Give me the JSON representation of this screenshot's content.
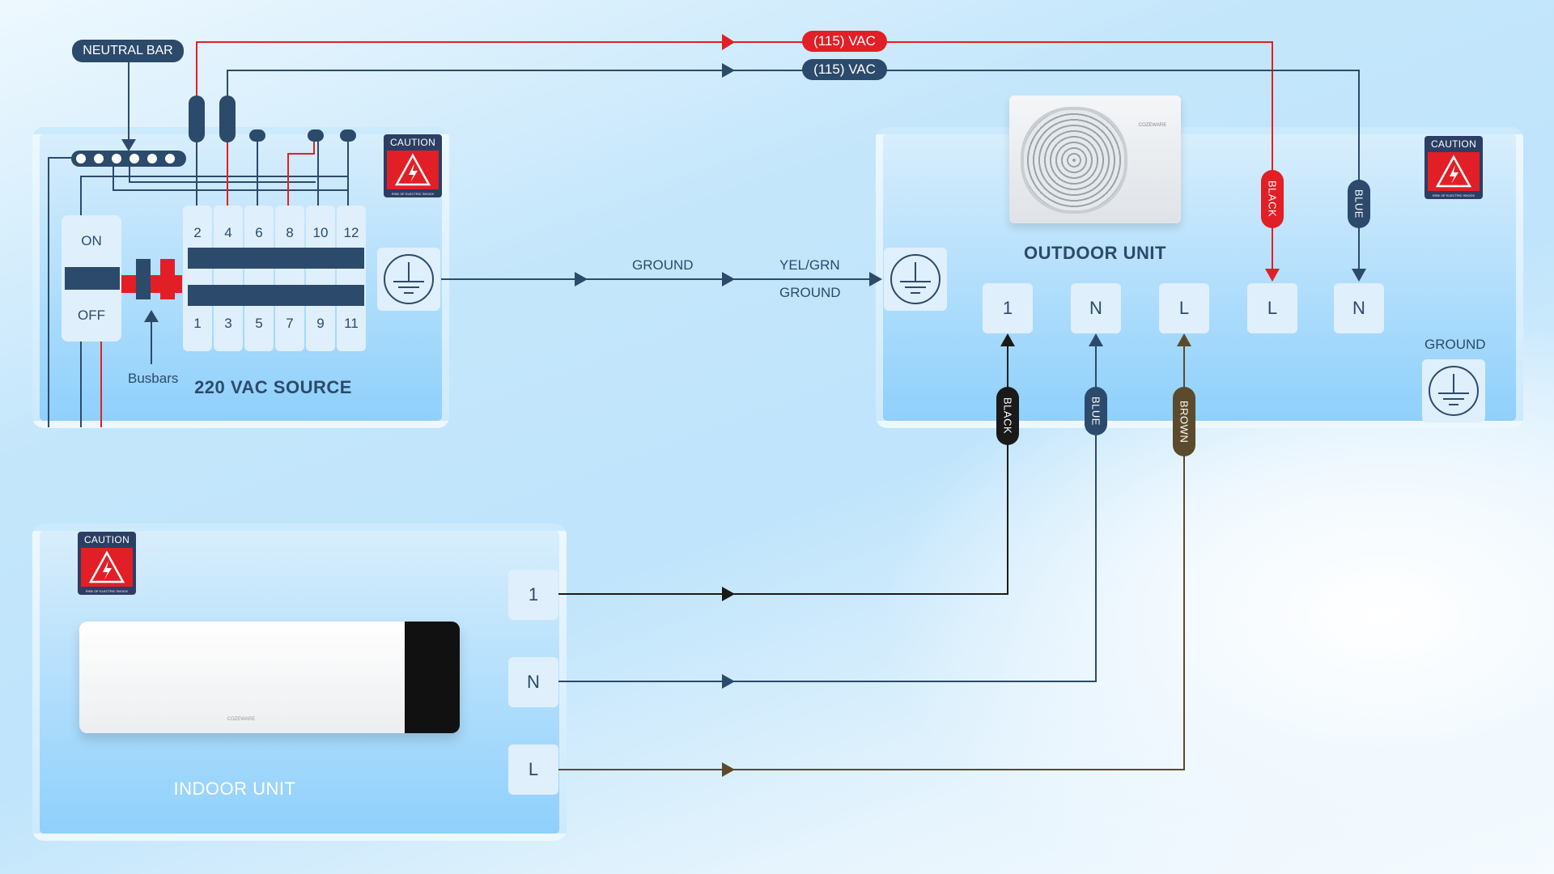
{
  "colors": {
    "red": "#e21f26",
    "navy": "#2c4a6b",
    "black": "#1a1a1a",
    "brown": "#5b4a2c"
  },
  "neutral_bar": {
    "label": "NEUTRAL BAR"
  },
  "source_panel": {
    "title": "220 VAC SOURCE",
    "switch_on": "ON",
    "switch_off": "OFF",
    "busbars_label": "Busbars",
    "breakers_top": [
      "2",
      "4",
      "6",
      "8",
      "10",
      "12"
    ],
    "breakers_bottom": [
      "1",
      "3",
      "5",
      "7",
      "9",
      "11"
    ]
  },
  "caution": {
    "title": "CAUTION",
    "subtitle": "RISK OF ELECTRIC SHOCK"
  },
  "lines": {
    "vac_red": "(115) VAC",
    "vac_navy": "(115) VAC",
    "ground_label": "GROUND",
    "yel_grn": "YEL/GRN",
    "ground_label_2": "GROUND"
  },
  "outdoor_unit": {
    "title": "OUTDOOR UNIT",
    "brand": "COZEWARE",
    "terminals": [
      "1",
      "N",
      "L",
      "L",
      "N"
    ],
    "ground_label": "GROUND",
    "wire_tags_top": [
      "BLACK",
      "BLUE"
    ],
    "wire_tags_bottom": [
      "BLACK",
      "BLUE",
      "BROWN"
    ]
  },
  "indoor_unit": {
    "title": "INDOOR UNIT",
    "brand": "COZEWARE",
    "terminals": [
      "1",
      "N",
      "L"
    ]
  }
}
